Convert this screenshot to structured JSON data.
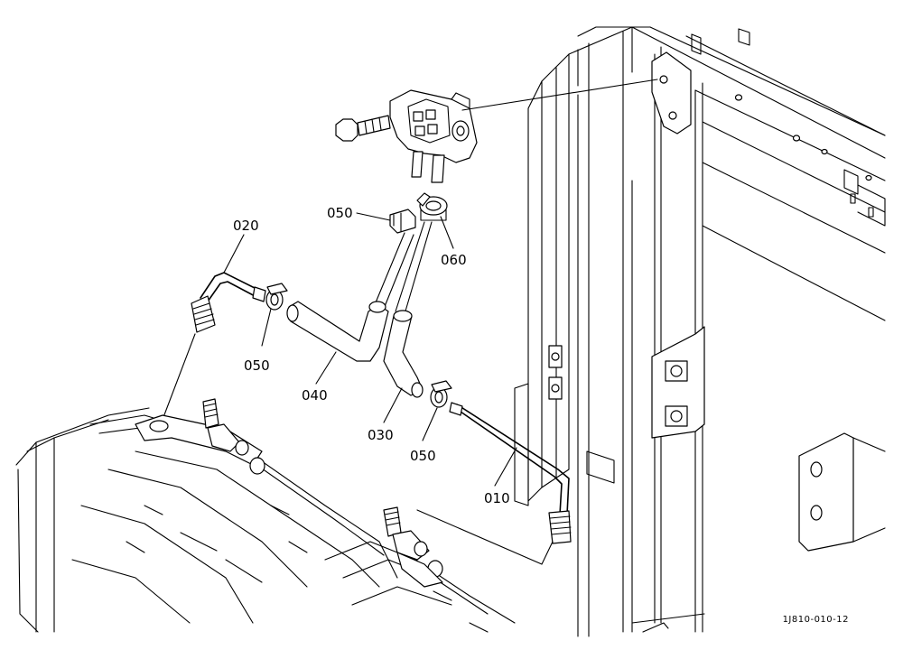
{
  "diagram": {
    "labels": {
      "p010": "010",
      "p020": "020",
      "p030": "030",
      "p040": "040",
      "p050a": "050",
      "p050b": "050",
      "p050c": "050",
      "p060": "060"
    },
    "drawing_id": "1J810-010-12"
  }
}
